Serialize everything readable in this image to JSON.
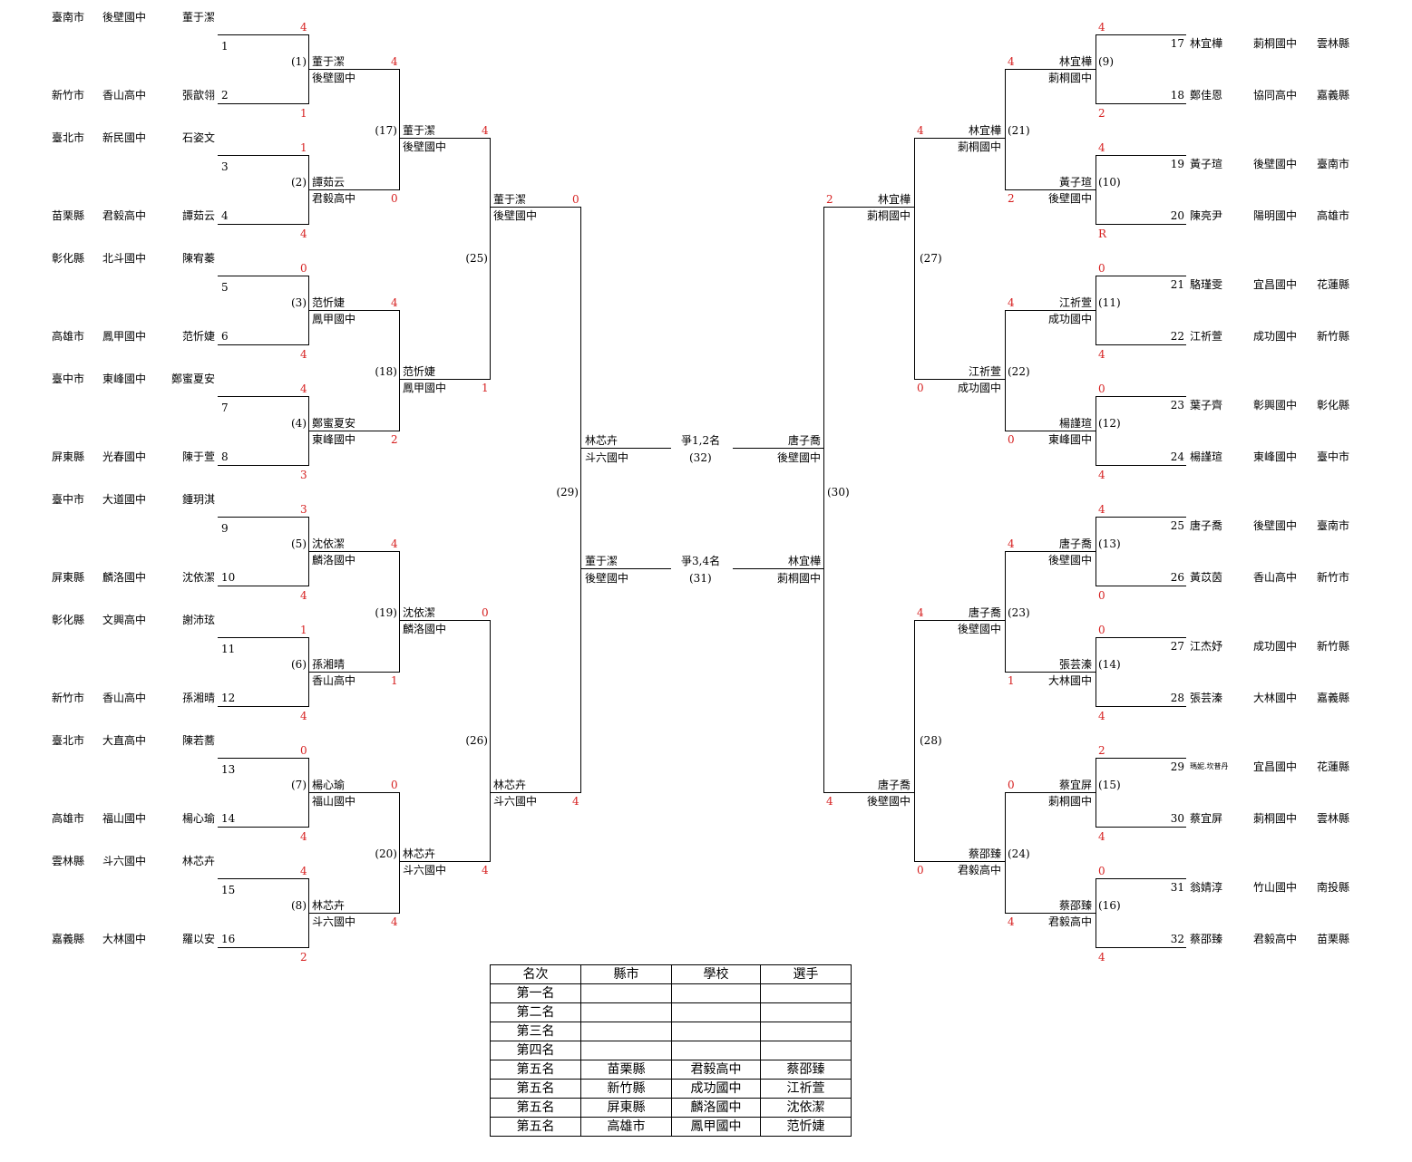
{
  "left_entries": [
    {
      "city": "臺南市",
      "school": "後壁國中",
      "player": "董于潔",
      "no": "1"
    },
    {
      "city": "新竹市",
      "school": "香山高中",
      "player": "張歆翎",
      "no": "2"
    },
    {
      "city": "臺北市",
      "school": "新民國中",
      "player": "石姿文",
      "no": "3"
    },
    {
      "city": "苗栗縣",
      "school": "君毅高中",
      "player": "譚茹云",
      "no": "4"
    },
    {
      "city": "彰化縣",
      "school": "北斗國中",
      "player": "陳宥蓁",
      "no": "5"
    },
    {
      "city": "高雄市",
      "school": "鳳甲國中",
      "player": "范忻婕",
      "no": "6"
    },
    {
      "city": "臺中市",
      "school": "東峰國中",
      "player": "鄭蜜夏安",
      "no": "7"
    },
    {
      "city": "屏東縣",
      "school": "光春國中",
      "player": "陳于萱",
      "no": "8"
    },
    {
      "city": "臺中市",
      "school": "大道國中",
      "player": "鍾玥淇",
      "no": "9"
    },
    {
      "city": "屏東縣",
      "school": "麟洛國中",
      "player": "沈依潔",
      "no": "10"
    },
    {
      "city": "彰化縣",
      "school": "文興高中",
      "player": "謝沛玹",
      "no": "11"
    },
    {
      "city": "新竹市",
      "school": "香山高中",
      "player": "孫湘晴",
      "no": "12"
    },
    {
      "city": "臺北市",
      "school": "大直高中",
      "player": "陳若蕎",
      "no": "13"
    },
    {
      "city": "高雄市",
      "school": "福山國中",
      "player": "楊心瑜",
      "no": "14"
    },
    {
      "city": "雲林縣",
      "school": "斗六國中",
      "player": "林芯卉",
      "no": "15"
    },
    {
      "city": "嘉義縣",
      "school": "大林國中",
      "player": "羅以安",
      "no": "16"
    }
  ],
  "right_entries": [
    {
      "no": "17",
      "player": "林宜樺",
      "school": "莿桐國中",
      "city": "雲林縣"
    },
    {
      "no": "18",
      "player": "鄭佳恩",
      "school": "協同高中",
      "city": "嘉義縣"
    },
    {
      "no": "19",
      "player": "黃子瑄",
      "school": "後壁國中",
      "city": "臺南市"
    },
    {
      "no": "20",
      "player": "陳亮尹",
      "school": "陽明國中",
      "city": "高雄市"
    },
    {
      "no": "21",
      "player": "駱瑾雯",
      "school": "宜昌國中",
      "city": "花蓮縣"
    },
    {
      "no": "22",
      "player": "江祈萱",
      "school": "成功國中",
      "city": "新竹縣"
    },
    {
      "no": "23",
      "player": "葉子齊",
      "school": "彰興國中",
      "city": "彰化縣"
    },
    {
      "no": "24",
      "player": "楊謹瑄",
      "school": "東峰國中",
      "city": "臺中市"
    },
    {
      "no": "25",
      "player": "唐子喬",
      "school": "後壁國中",
      "city": "臺南市"
    },
    {
      "no": "26",
      "player": "黃苡茵",
      "school": "香山高中",
      "city": "新竹市"
    },
    {
      "no": "27",
      "player": "江杰妤",
      "school": "成功國中",
      "city": "新竹縣"
    },
    {
      "no": "28",
      "player": "張芸溱",
      "school": "大林國中",
      "city": "嘉義縣"
    },
    {
      "no": "29",
      "player": "瑪妮.坎普丹",
      "school": "宜昌國中",
      "city": "花蓮縣"
    },
    {
      "no": "30",
      "player": "蔡宜屏",
      "school": "莿桐國中",
      "city": "雲林縣"
    },
    {
      "no": "31",
      "player": "翁婧淳",
      "school": "竹山國中",
      "city": "南投縣"
    },
    {
      "no": "32",
      "player": "蔡邵臻",
      "school": "君毅高中",
      "city": "苗栗縣"
    }
  ],
  "round1_scores_left": [
    [
      "4",
      "1"
    ],
    [
      "1",
      "4"
    ],
    [
      "0",
      "4"
    ],
    [
      "4",
      "3"
    ],
    [
      "3",
      "4"
    ],
    [
      "1",
      "4"
    ],
    [
      "0",
      "4"
    ],
    [
      "4",
      "2"
    ]
  ],
  "round1_scores_right": [
    [
      "4",
      "2"
    ],
    [
      "4",
      "R"
    ],
    [
      "0",
      "4"
    ],
    [
      "0",
      "4"
    ],
    [
      "4",
      "0"
    ],
    [
      "0",
      "4"
    ],
    [
      "2",
      "4"
    ],
    [
      "0",
      "4"
    ]
  ],
  "round1_winners_left": [
    {
      "match": "(1)",
      "name": "董于潔",
      "school": "後壁國中"
    },
    {
      "match": "(2)",
      "name": "譚茹云",
      "school": "君毅高中"
    },
    {
      "match": "(3)",
      "name": "范忻婕",
      "school": "鳳甲國中"
    },
    {
      "match": "(4)",
      "name": "鄭蜜夏安",
      "school": "東峰國中"
    },
    {
      "match": "(5)",
      "name": "沈依潔",
      "school": "麟洛國中"
    },
    {
      "match": "(6)",
      "name": "孫湘晴",
      "school": "香山高中"
    },
    {
      "match": "(7)",
      "name": "楊心瑜",
      "school": "福山國中"
    },
    {
      "match": "(8)",
      "name": "林芯卉",
      "school": "斗六國中"
    }
  ],
  "round1_winners_right": [
    {
      "match": "(9)",
      "name": "林宜樺",
      "school": "莿桐國中"
    },
    {
      "match": "(10)",
      "name": "黃子瑄",
      "school": "後壁國中"
    },
    {
      "match": "(11)",
      "name": "江祈萱",
      "school": "成功國中"
    },
    {
      "match": "(12)",
      "name": "楊謹瑄",
      "school": "東峰國中"
    },
    {
      "match": "(13)",
      "name": "唐子喬",
      "school": "後壁國中"
    },
    {
      "match": "(14)",
      "name": "張芸溱",
      "school": "大林國中"
    },
    {
      "match": "(15)",
      "name": "蔡宜屏",
      "school": "莿桐國中"
    },
    {
      "match": "(16)",
      "name": "蔡邵臻",
      "school": "君毅高中"
    }
  ],
  "round2_scores_left": [
    [
      "4",
      "0"
    ],
    [
      "4",
      "2"
    ],
    [
      "4",
      "1"
    ],
    [
      "0",
      "4"
    ]
  ],
  "round2_scores_right": [
    [
      "4",
      "2"
    ],
    [
      "4",
      "0"
    ],
    [
      "4",
      "1"
    ],
    [
      "0",
      "4"
    ]
  ],
  "round2_winners_left": [
    {
      "match": "(17)",
      "name": "董于潔",
      "school": "後壁國中"
    },
    {
      "match": "(18)",
      "name": "范忻婕",
      "school": "鳳甲國中"
    },
    {
      "match": "(19)",
      "name": "沈依潔",
      "school": "麟洛國中"
    },
    {
      "match": "(20)",
      "name": "林芯卉",
      "school": "斗六國中"
    }
  ],
  "round2_winners_right": [
    {
      "match": "(21)",
      "name": "林宜樺",
      "school": "莿桐國中"
    },
    {
      "match": "(22)",
      "name": "江祈萱",
      "school": "成功國中"
    },
    {
      "match": "(23)",
      "name": "唐子喬",
      "school": "後壁國中"
    },
    {
      "match": "(24)",
      "name": "蔡邵臻",
      "school": "君毅高中"
    }
  ],
  "round3_scores_left": [
    [
      "4",
      "1"
    ],
    [
      "0",
      "4"
    ]
  ],
  "round3_scores_right": [
    [
      "4",
      "0"
    ],
    [
      "4",
      "0"
    ]
  ],
  "round3_winners_left": [
    {
      "match": "(25)",
      "name": "董于潔",
      "school": "後壁國中"
    },
    {
      "match": "(26)",
      "name": "林芯卉",
      "school": "斗六國中"
    }
  ],
  "round3_winners_right": [
    {
      "match": "(27)",
      "name": "林宜樺",
      "school": "莿桐國中"
    },
    {
      "match": "(28)",
      "name": "唐子喬",
      "school": "後壁國中"
    }
  ],
  "semis": {
    "left": {
      "match": "(29)",
      "score_top": "0",
      "score_bottom": "4"
    },
    "right": {
      "match": "(30)",
      "score_top": "2",
      "score_bottom": "4"
    }
  },
  "finals": {
    "final": {
      "label": "爭1,2名",
      "match": "(32)",
      "left": {
        "name": "林芯卉",
        "school": "斗六國中"
      },
      "right": {
        "name": "唐子喬",
        "school": "後壁國中"
      }
    },
    "third": {
      "label": "爭3,4名",
      "match": "(31)",
      "left": {
        "name": "董于潔",
        "school": "後壁國中"
      },
      "right": {
        "name": "林宜樺",
        "school": "莿桐國中"
      }
    }
  },
  "standings": {
    "headers": [
      "名次",
      "縣市",
      "學校",
      "選手"
    ],
    "rows": [
      {
        "rank": "第一名",
        "city": "",
        "school": "",
        "player": ""
      },
      {
        "rank": "第二名",
        "city": "",
        "school": "",
        "player": ""
      },
      {
        "rank": "第三名",
        "city": "",
        "school": "",
        "player": ""
      },
      {
        "rank": "第四名",
        "city": "",
        "school": "",
        "player": ""
      },
      {
        "rank": "第五名",
        "city": "苗栗縣",
        "school": "君毅高中",
        "player": "蔡邵臻"
      },
      {
        "rank": "第五名",
        "city": "新竹縣",
        "school": "成功國中",
        "player": "江祈萱"
      },
      {
        "rank": "第五名",
        "city": "屏東縣",
        "school": "麟洛國中",
        "player": "沈依潔"
      },
      {
        "rank": "第五名",
        "city": "高雄市",
        "school": "鳳甲國中",
        "player": "范忻婕"
      }
    ]
  },
  "colors": {
    "score": "#d62020",
    "line": "#000000"
  }
}
